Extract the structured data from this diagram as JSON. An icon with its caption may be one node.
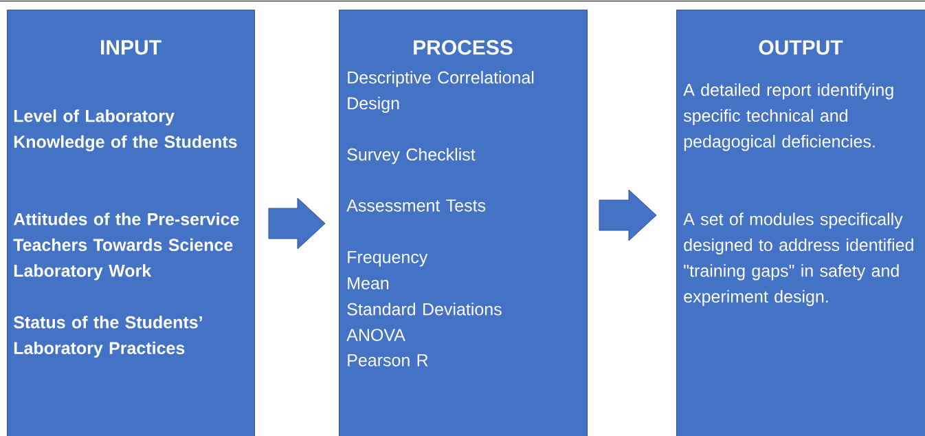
{
  "diagram": {
    "nodes": [
      {
        "text": [
          "INPUT",
          "Level of Laboratory Knowledge of the Students",
          "Attitudes of the Pre-service Teachers Towards Science Laboratory Work",
          "Status of the Students’ Laboratory Practices"
        ]
      },
      {
        "text": [
          "PROCESS",
          "Descriptive Correlational Design",
          "Survey Checklist",
          "Assessment Tests",
          "Frequency",
          "Mean",
          "Standard Deviations",
          "ANOVA",
          "Pearson R"
        ]
      },
      {
        "text": [
          "OUTPUT",
          "A detailed report identifying specific technical and pedagogical deficiencies.",
          "A set of modules specifically designed to address identified \"training gaps\" in safety and experiment design."
        ]
      }
    ],
    "edges": [
      {
        "from": 0,
        "to": 1,
        "arrow": "to"
      },
      {
        "from": 1,
        "to": 2,
        "arrow": "to"
      }
    ]
  }
}
